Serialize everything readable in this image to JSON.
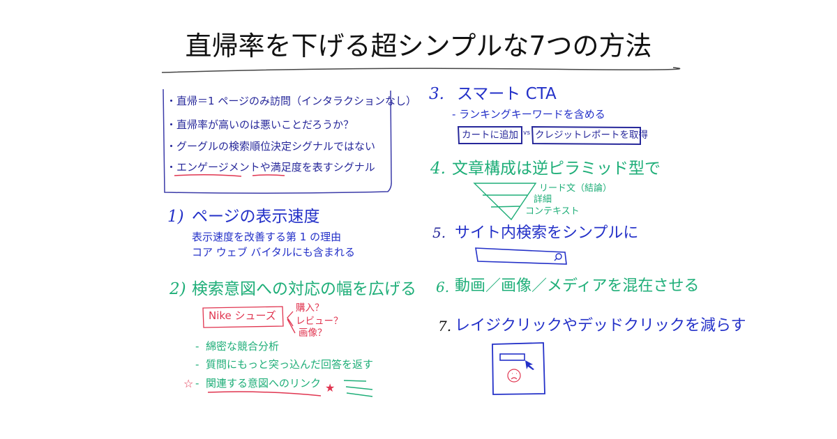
{
  "title": "直帰率を下げる超シンプルな7つの方法",
  "intro_box": {
    "bullets": [
      "直帰＝1 ページのみ訪問（インタラクションなし）",
      "直帰率が高いのは悪いことだろうか？",
      "グーグルの検索順位決定シグナルではない"
    ],
    "last_bullet": {
      "part1": "エンゲージメント",
      "part2": "や",
      "part3": "満足度",
      "part4": "を表すシグナル"
    },
    "bullet_mark": "・"
  },
  "sections": {
    "s1": {
      "num": "1)",
      "heading": "ページの表示速度",
      "lines": [
        "表示速度を改善する第 1 の理由",
        "コア ウェブ バイタルにも含まれる"
      ]
    },
    "s2": {
      "num": "2)",
      "heading": "検索意図への対応の幅を広げる",
      "query": "Nike シューズ",
      "intents": [
        "購入？",
        "レビュー？",
        "画像？"
      ],
      "items": [
        "綿密な競合分析",
        "質問にもっと突っ込んだ回答を返す",
        "関連する意図へのリンク"
      ],
      "dash": "-"
    },
    "s3": {
      "num": "3.",
      "heading": "スマート CTA",
      "sub": "- ランキングキーワードを含める",
      "button_a": "カートに追加",
      "vs": "vs",
      "button_b": "クレジットレポートを取得"
    },
    "s4": {
      "num": "4.",
      "heading": "文章構成は逆ピラミッド型で",
      "layers": [
        "リード文（結論）",
        "詳細",
        "コンテキスト"
      ]
    },
    "s5": {
      "num": "5.",
      "heading": "サイト内検索をシンプルに"
    },
    "s6": {
      "num": "6.",
      "heading": "動画／画像／メディアを混在させる"
    },
    "s7": {
      "num": "7.",
      "heading": "レイジクリックやデッドクリックを減らす"
    }
  },
  "colors": {
    "blue": "#2330c8",
    "green": "#1eae78",
    "red": "#e0344f",
    "navy": "#26279a"
  }
}
